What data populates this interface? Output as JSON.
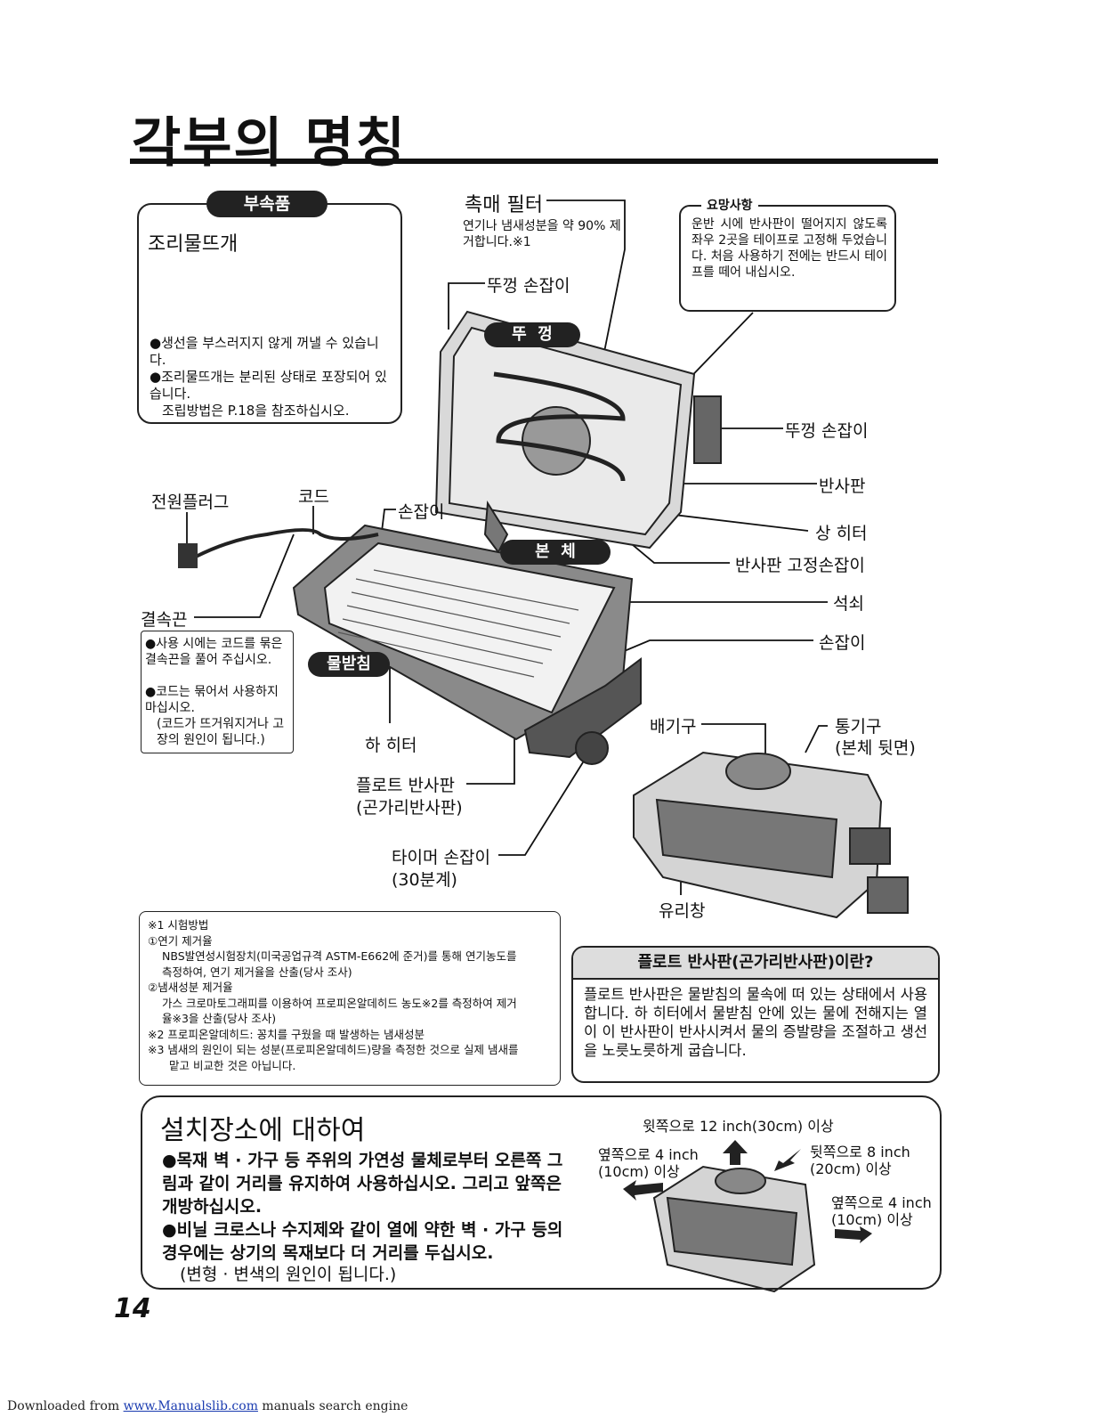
{
  "page": {
    "title": "각부의 명칭",
    "page_number": "14",
    "footer": {
      "prefix": "Downloaded from ",
      "link": "www.Manualslib.com",
      "suffix": " manuals search engine"
    }
  },
  "accessory": {
    "heading": "부속품",
    "item_name": "조리물뜨개",
    "notes": [
      "●생선을 부스러지지 않게 꺼낼 수 있습니다.",
      "●조리물뜨개는 분리된 상태로 포장되어 있습니다.",
      "조립방법은 P.18을 참조하십시오."
    ]
  },
  "catalyst": {
    "label": "촉매 필터",
    "desc": "연기나 냄새성분을 약 90% 제거합니다.※1"
  },
  "request": {
    "heading": "요망사항",
    "text": "운반 시에 반사판이 떨어지지 않도록 좌우 2곳을 테이프로 고정해 두었습니다. 처음 사용하기 전에는 반드시 테이프를 떼어 내십시오."
  },
  "diagram_labels": {
    "lid": "뚜  껑",
    "body": "본  체",
    "drip_tray": "물받침",
    "lid_handle_1": "뚜껑 손잡이",
    "lid_handle_2": "뚜껑 손잡이",
    "reflector": "반사판",
    "upper_heater": "상 히터",
    "reflector_knob": "반사판 고정손잡이",
    "grill": "석쇠",
    "handle_right": "손잡이",
    "handle_top": "손잡이",
    "plug": "전원플러그",
    "cord": "코드",
    "tie": "결속끈",
    "lower_heater": "하 히터",
    "float_reflector": "플로트 반사판",
    "float_reflector_sub": "(곤가리반사판)",
    "timer": "타이머 손잡이",
    "timer_sub": "(30분계)",
    "exhaust": "배기구",
    "vent": "통기구",
    "vent_sub": "(본체 뒷면)",
    "window": "유리창"
  },
  "cord_notes": [
    "●사용 시에는 코드를 묶은 결속끈을 풀어 주십시오.",
    "●코드는 묶어서 사용하지 마십시오.",
    "(코드가 뜨거워지거나 고장의 원인이 됩니다.)"
  ],
  "test_method": {
    "lines": [
      "※1 시험방법",
      "①연기 제거율",
      "NBS발연성시험장치(미국공업규격 ASTM-E662에 준거)를 통해 연기농도를",
      "측정하여, 연기 제거율을 산출(당사 조사)",
      "②냄새성분 제거율",
      "가스 크로마토그래피를 이용하여 프로피온알데히드 농도※2를 측정하여 제거",
      "율※3을 산출(당사 조사)",
      "※2 프로피온알데히드: 꽁치를 구웠을 때 발생하는 냄새성분",
      "※3 냄새의 원인이 되는 성분(프로피온알데히드)량을 측정한 것으로 실제 냄새를",
      "맡고 비교한 것은 아닙니다."
    ]
  },
  "float_info": {
    "heading": "플로트 반사판(곤가리반사판)이란?",
    "text": "플로트 반사판은 물받침의 물속에 떠 있는 상태에서 사용합니다. 하 히터에서 물받침 안에 있는 물에 전해지는 열이 이 반사판이 반사시켜서 물의 증발량을 조절하고 생선을 노릇노릇하게 굽습니다."
  },
  "install": {
    "heading": "설치장소에 대하여",
    "bullets": [
      "●목재 벽 · 가구 등 주위의 가연성 물체로부터 오른쪽 그림과 같이 거리를 유지하여 사용하십시오. 그리고 앞쪽은 개방하십시오.",
      "●비닐 크로스나 수지제와 같이 열에 약한 벽 · 가구 등의 경우에는 상기의 목재보다 더 거리를 두십시오."
    ],
    "sub": "(변형 · 변색의 원인이 됩니다.)",
    "clearances": {
      "top": "윗쪽으로 12 inch(30cm) 이상",
      "left_side": "옆쪽으로 4 inch",
      "left_side_cm": "(10cm) 이상",
      "back": "뒷쪽으로 8 inch",
      "back_cm": "(20cm) 이상",
      "right_side": "옆쪽으로 4 inch",
      "right_side_cm": "(10cm) 이상"
    }
  },
  "colors": {
    "ink": "#111111",
    "appliance_gray": "#cfcfcf",
    "dark_gray": "#555555",
    "link": "#1a3bb0"
  }
}
